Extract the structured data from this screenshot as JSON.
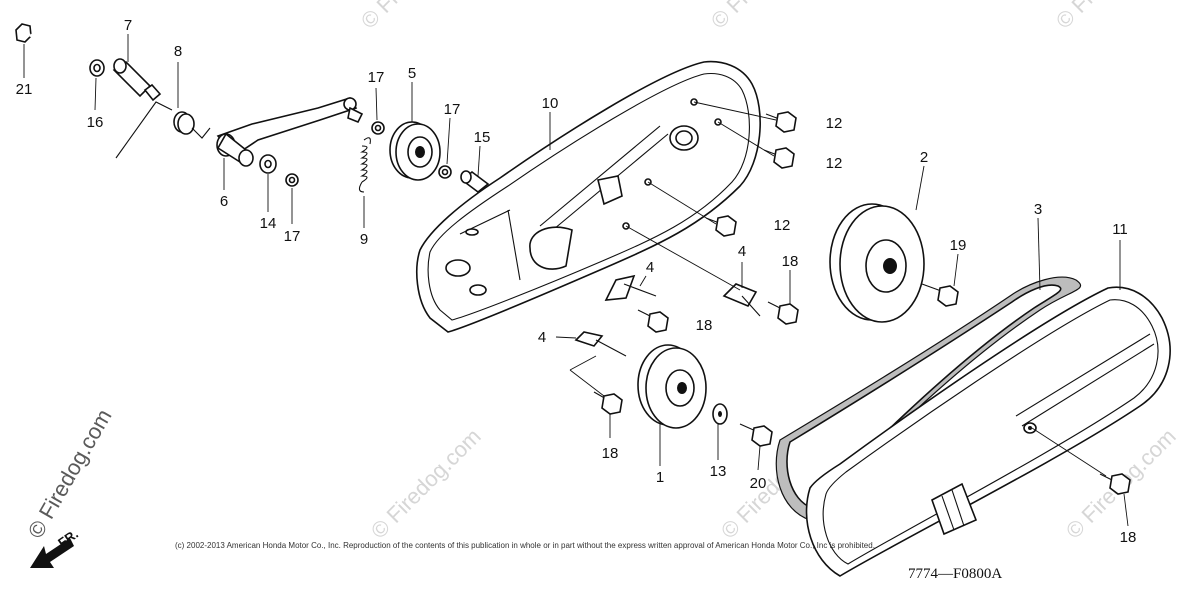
{
  "watermark": {
    "text": "© Firedog.com",
    "small_text": "© Firedog.com"
  },
  "copyright": "(c) 2002-2013 American Honda Motor Co., Inc. Reproduction of the contents of this publication in whole or in part without the express written approval of American Honda Motor Co., Inc is prohibited.",
  "diagram_code": "7774—F0800A",
  "direction_label": "FR.",
  "callouts": {
    "c1": "1",
    "c2": "2",
    "c3": "3",
    "c4a": "4",
    "c4b": "4",
    "c4c": "4",
    "c5": "5",
    "c6": "6",
    "c7": "7",
    "c8": "8",
    "c9": "9",
    "c10": "10",
    "c11": "11",
    "c12a": "12",
    "c12b": "12",
    "c12c": "12",
    "c13": "13",
    "c14": "14",
    "c15": "15",
    "c16": "16",
    "c17a": "17",
    "c17b": "17",
    "c17c": "17",
    "c18a": "18",
    "c18b": "18",
    "c18c": "18",
    "c18d": "18",
    "c19": "19",
    "c20": "20",
    "c21": "21"
  }
}
